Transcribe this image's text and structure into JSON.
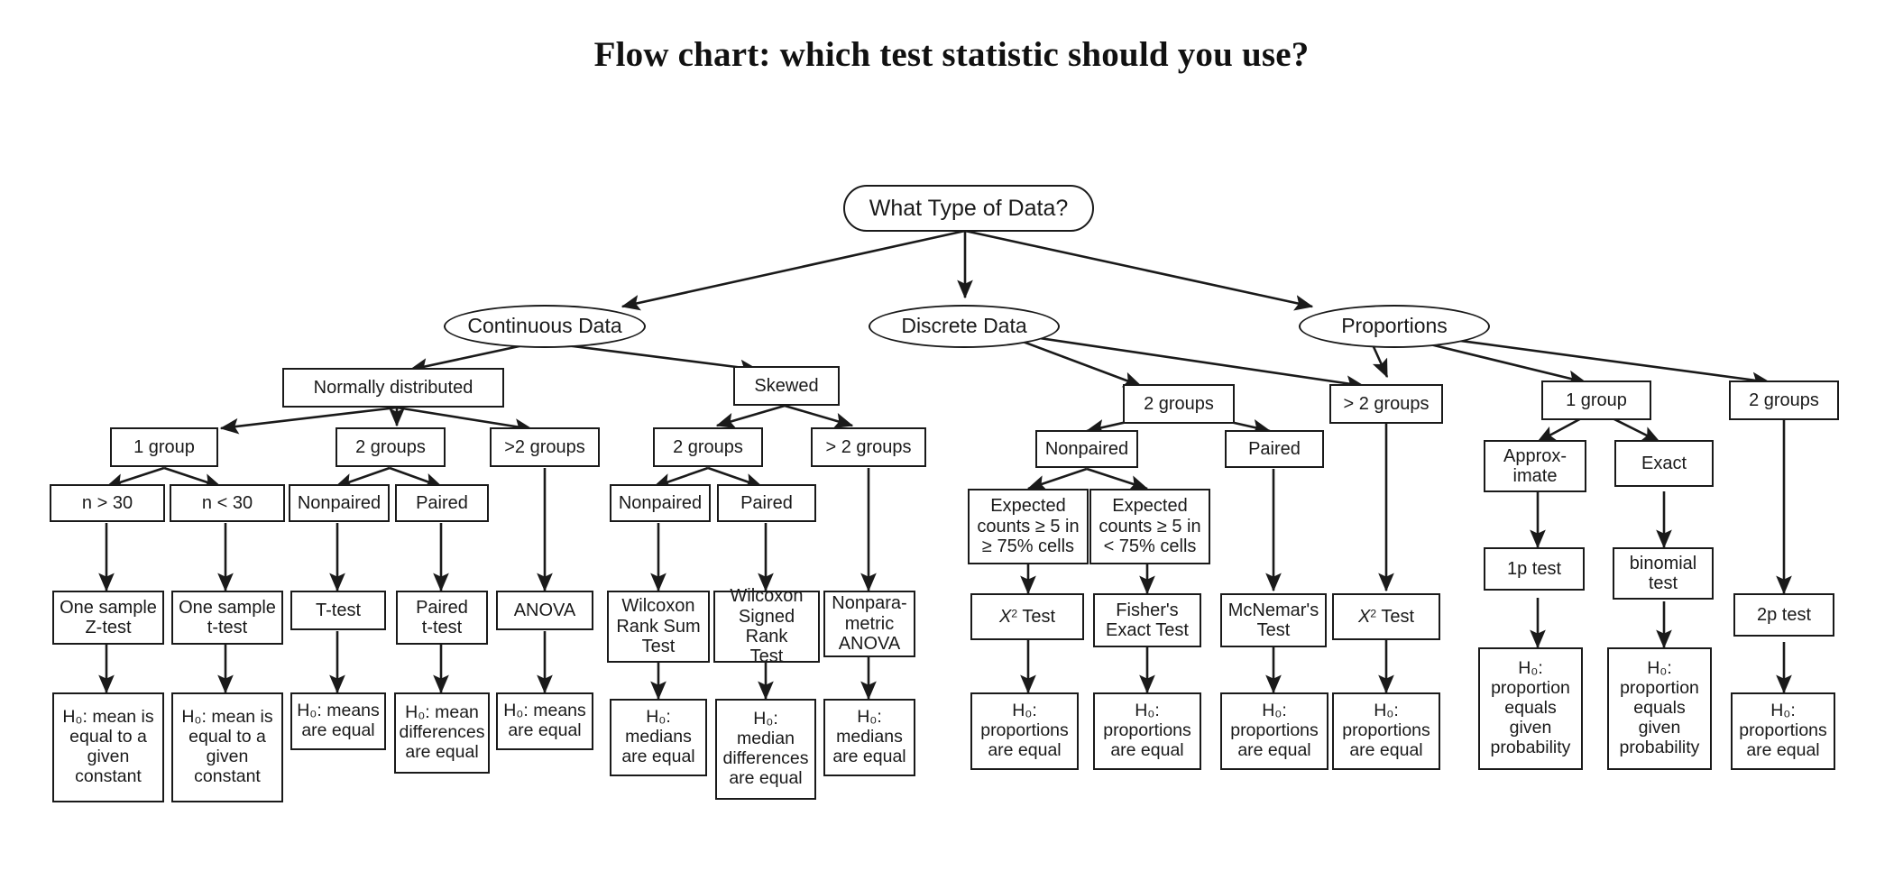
{
  "title": "Flow chart: which test statistic should you use?",
  "diagram": {
    "type": "flowchart",
    "orientation": "top-down",
    "nodes": {
      "root": {
        "label": "What Type of Data?",
        "shape": "stadium"
      },
      "continuous": {
        "label": "Continuous Data",
        "shape": "ellipse"
      },
      "discrete": {
        "label": "Discrete Data",
        "shape": "ellipse"
      },
      "proportions": {
        "label": "Proportions",
        "shape": "ellipse"
      },
      "normal": {
        "label": "Normally distributed",
        "shape": "box"
      },
      "skewed": {
        "label": "Skewed",
        "shape": "box"
      },
      "c_1group": {
        "label": "1 group",
        "shape": "box"
      },
      "c_2groups": {
        "label": "2 groups",
        "shape": "box"
      },
      "c_gt2groups": {
        "label": ">2 groups",
        "shape": "box"
      },
      "sk_2groups": {
        "label": "2 groups",
        "shape": "box"
      },
      "sk_gt2groups": {
        "label": "> 2 groups",
        "shape": "box"
      },
      "n_gt30": {
        "label": "n > 30",
        "shape": "box"
      },
      "n_lt30": {
        "label": "n < 30",
        "shape": "box"
      },
      "c_nonpaired": {
        "label": "Nonpaired",
        "shape": "box"
      },
      "c_paired": {
        "label": "Paired",
        "shape": "box"
      },
      "sk_nonpaired": {
        "label": "Nonpaired",
        "shape": "box"
      },
      "sk_paired": {
        "label": "Paired",
        "shape": "box"
      },
      "one_sample_z": {
        "label": "One sample\nZ-test",
        "shape": "box"
      },
      "one_sample_t": {
        "label": "One sample\nt-test",
        "shape": "box"
      },
      "ttest": {
        "label": "T-test",
        "shape": "box"
      },
      "paired_ttest": {
        "label": "Paired\nt-test",
        "shape": "box"
      },
      "anova": {
        "label": "ANOVA",
        "shape": "box"
      },
      "wilcoxon_rs": {
        "label": "Wilcoxon\nRank Sum\nTest",
        "shape": "box"
      },
      "wilcoxon_sr": {
        "label": "Wilcoxon\nSigned Rank\nTest",
        "shape": "box"
      },
      "np_anova": {
        "label": "Nonpara-\nmetric\nANOVA",
        "shape": "box"
      },
      "d_2groups": {
        "label": "2 groups",
        "shape": "box"
      },
      "d_gt2groups": {
        "label": "> 2 groups",
        "shape": "box"
      },
      "d_nonpaired": {
        "label": "Nonpaired",
        "shape": "box"
      },
      "d_paired": {
        "label": "Paired",
        "shape": "box"
      },
      "exp_ge75": {
        "label": "Expected\ncounts ≥ 5 in\n≥ 75% cells",
        "shape": "box"
      },
      "exp_lt75": {
        "label": "Expected\ncounts ≥ 5 in\n< 75% cells",
        "shape": "box"
      },
      "chisq_np": {
        "label": "X² Test",
        "shape": "box",
        "style": "italic-x"
      },
      "fisher": {
        "label": "Fisher's\nExact Test",
        "shape": "box"
      },
      "mcnemar": {
        "label": "McNemar's\nTest",
        "shape": "box"
      },
      "chisq_gt2": {
        "label": "X² Test",
        "shape": "box",
        "style": "italic-x"
      },
      "p_1group": {
        "label": "1 group",
        "shape": "box"
      },
      "p_2groups": {
        "label": "2 groups",
        "shape": "box"
      },
      "approximate": {
        "label": "Approx-\nimate",
        "shape": "box"
      },
      "exact": {
        "label": "Exact",
        "shape": "box"
      },
      "test_1p": {
        "label": "1p test",
        "shape": "box"
      },
      "binomial": {
        "label": "binomial\ntest",
        "shape": "box"
      },
      "test_2p": {
        "label": "2p test",
        "shape": "box"
      },
      "h0_mean_const_z": {
        "label": "H₀: mean is\nequal to a\ngiven\nconstant",
        "shape": "box"
      },
      "h0_mean_const_t": {
        "label": "H₀: mean is\nequal to a\ngiven\nconstant",
        "shape": "box"
      },
      "h0_means_equal1": {
        "label": "H₀: means\nare equal",
        "shape": "box"
      },
      "h0_mean_diff": {
        "label": "H₀: mean\ndifferences\nare equal",
        "shape": "box"
      },
      "h0_means_equal2": {
        "label": "H₀: means\nare equal",
        "shape": "box"
      },
      "h0_medians1": {
        "label": "H₀:\nmedians\nare equal",
        "shape": "box"
      },
      "h0_median_diff": {
        "label": "H₀:\nmedian\ndifferences\nare equal",
        "shape": "box"
      },
      "h0_medians2": {
        "label": "H₀:\nmedians\nare equal",
        "shape": "box"
      },
      "h0_props1": {
        "label": "H₀:\nproportions\nare equal",
        "shape": "box"
      },
      "h0_props2": {
        "label": "H₀:\nproportions\nare equal",
        "shape": "box"
      },
      "h0_props3": {
        "label": "H₀:\nproportions\nare equal",
        "shape": "box"
      },
      "h0_props4": {
        "label": "H₀:\nproportions\nare equal",
        "shape": "box"
      },
      "h0_prop_given1": {
        "label": "H₀:\nproportion\nequals\ngiven\nprobability",
        "shape": "box"
      },
      "h0_prop_given2": {
        "label": "H₀:\nproportion\nequals\ngiven\nprobability",
        "shape": "box"
      },
      "h0_props5": {
        "label": "H₀:\nproportions\nare equal",
        "shape": "box"
      }
    },
    "edges": [
      [
        "root",
        "continuous"
      ],
      [
        "root",
        "discrete"
      ],
      [
        "root",
        "proportions"
      ],
      [
        "continuous",
        "normal"
      ],
      [
        "continuous",
        "skewed"
      ],
      [
        "normal",
        "c_1group"
      ],
      [
        "normal",
        "c_2groups"
      ],
      [
        "normal",
        "c_gt2groups"
      ],
      [
        "skewed",
        "sk_2groups"
      ],
      [
        "skewed",
        "sk_gt2groups"
      ],
      [
        "c_1group",
        "n_gt30"
      ],
      [
        "c_1group",
        "n_lt30"
      ],
      [
        "c_2groups",
        "c_nonpaired"
      ],
      [
        "c_2groups",
        "c_paired"
      ],
      [
        "sk_2groups",
        "sk_nonpaired"
      ],
      [
        "sk_2groups",
        "sk_paired"
      ],
      [
        "n_gt30",
        "one_sample_z"
      ],
      [
        "n_lt30",
        "one_sample_t"
      ],
      [
        "c_nonpaired",
        "ttest"
      ],
      [
        "c_paired",
        "paired_ttest"
      ],
      [
        "c_gt2groups",
        "anova"
      ],
      [
        "sk_nonpaired",
        "wilcoxon_rs"
      ],
      [
        "sk_paired",
        "wilcoxon_sr"
      ],
      [
        "sk_gt2groups",
        "np_anova"
      ],
      [
        "one_sample_z",
        "h0_mean_const_z"
      ],
      [
        "one_sample_t",
        "h0_mean_const_t"
      ],
      [
        "ttest",
        "h0_means_equal1"
      ],
      [
        "paired_ttest",
        "h0_mean_diff"
      ],
      [
        "anova",
        "h0_means_equal2"
      ],
      [
        "wilcoxon_rs",
        "h0_medians1"
      ],
      [
        "wilcoxon_sr",
        "h0_median_diff"
      ],
      [
        "np_anova",
        "h0_medians2"
      ],
      [
        "discrete",
        "d_2groups"
      ],
      [
        "discrete",
        "d_gt2groups"
      ],
      [
        "d_2groups",
        "d_nonpaired"
      ],
      [
        "d_2groups",
        "d_paired"
      ],
      [
        "d_nonpaired",
        "exp_ge75"
      ],
      [
        "d_nonpaired",
        "exp_lt75"
      ],
      [
        "exp_ge75",
        "chisq_np"
      ],
      [
        "exp_lt75",
        "fisher"
      ],
      [
        "d_paired",
        "mcnemar"
      ],
      [
        "d_gt2groups",
        "chisq_gt2"
      ],
      [
        "chisq_np",
        "h0_props1"
      ],
      [
        "fisher",
        "h0_props2"
      ],
      [
        "mcnemar",
        "h0_props3"
      ],
      [
        "chisq_gt2",
        "h0_props4"
      ],
      [
        "proportions",
        "d_gt2groups"
      ],
      [
        "proportions",
        "p_1group"
      ],
      [
        "proportions",
        "p_2groups"
      ],
      [
        "p_1group",
        "approximate"
      ],
      [
        "p_1group",
        "exact"
      ],
      [
        "approximate",
        "test_1p"
      ],
      [
        "exact",
        "binomial"
      ],
      [
        "p_2groups",
        "test_2p"
      ],
      [
        "test_1p",
        "h0_prop_given1"
      ],
      [
        "binomial",
        "h0_prop_given2"
      ],
      [
        "test_2p",
        "h0_props5"
      ]
    ]
  }
}
